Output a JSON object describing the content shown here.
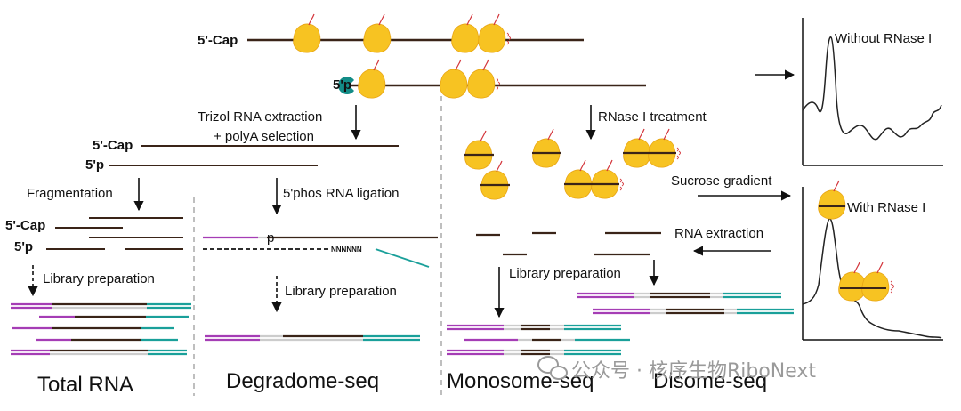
{
  "labels": {
    "cap_top": "5'-Cap",
    "p_top": "5'p",
    "trizol_line1": "Trizol RNA extraction",
    "trizol_line2": "+ polyA selection",
    "cap_mid": "5'-Cap",
    "p_mid": "5'p",
    "fragmentation": "Fragmentation",
    "phos_ligation": "5'phos RNA ligation",
    "cap_left": "5'-Cap",
    "p_left": "5'p",
    "p_adapter": "p",
    "nnnnnn": "NNNNNN",
    "lib_prep_1": "Library preparation",
    "lib_prep_2": "Library preparation",
    "lib_prep_3": "Library preparation",
    "rnase_treatment": "RNase I treatment",
    "sucrose_gradient": "Sucrose gradient",
    "rna_extraction": "RNA extraction",
    "without_rnase": "Without RNase I",
    "with_rnase": "With RNase I"
  },
  "titles": {
    "total_rna": "Total RNA",
    "degradome": "Degradome-seq",
    "monosome": "Monosome-seq",
    "disome": "Disome-seq"
  },
  "watermark": "公众号 · 核序生物RiboNext",
  "colors": {
    "ribosome": "#F7C322",
    "ribosome_edge": "#E8A514",
    "rna": "#3A2418",
    "adapter_purple": "#A53DB5",
    "adapter_teal": "#1AA09A",
    "insert_grey": "#CCCCCC",
    "exonuclease": "#138C87",
    "ribo_mark": "#D3343A"
  }
}
